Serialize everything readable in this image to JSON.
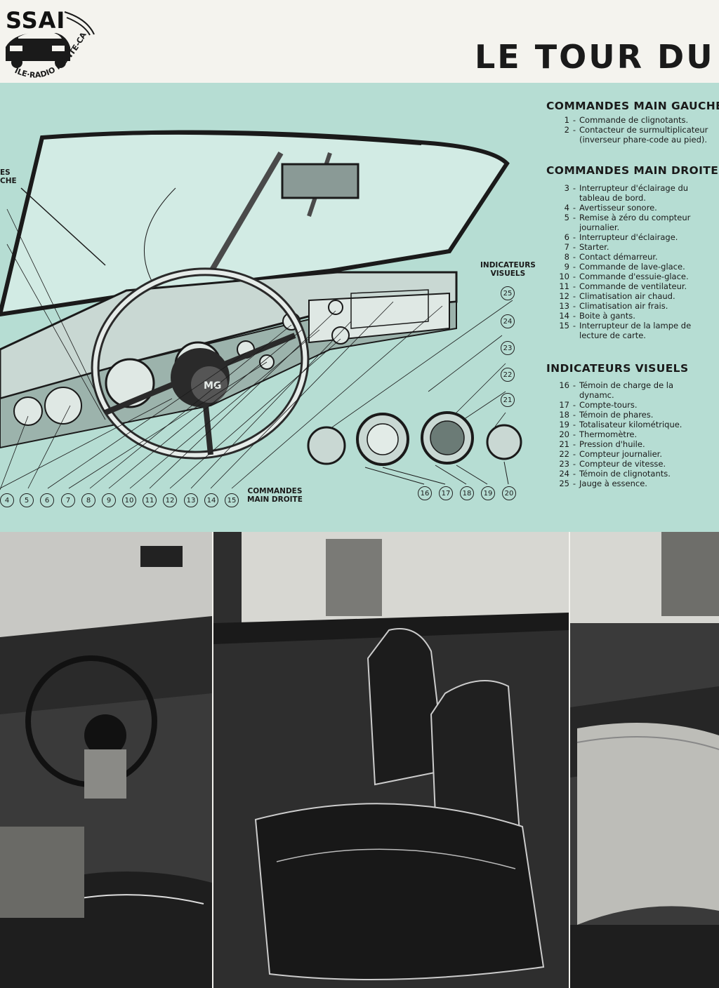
{
  "header": {
    "logo_top": "SSAI",
    "logo_arc": "ILE·RADIO MONTE-CARLO",
    "title": "LE TOUR DU"
  },
  "diagram": {
    "left_label_line1": "ES",
    "left_label_line2": "CHE",
    "indicateurs_label_line1": "INDICATEURS",
    "indicateurs_label_line2": "VISUELS",
    "commandes_droite_line1": "COMMANDES",
    "commandes_droite_line2": "MAIN DROITE",
    "bottom_numbers": [
      "4",
      "5",
      "6",
      "7",
      "8",
      "9",
      "10",
      "11",
      "12",
      "13",
      "14",
      "15"
    ],
    "gauge_numbers": [
      "16",
      "17",
      "18",
      "19",
      "20"
    ],
    "indicator_numbers": [
      "25",
      "24",
      "23",
      "22",
      "21"
    ]
  },
  "legend": {
    "main_gauche": {
      "heading": "COMMANDES MAIN GAUCHE",
      "items": [
        {
          "num": "1",
          "text": "Commande de clignotants."
        },
        {
          "num": "2",
          "text": "Contacteur de surmultiplicateur (inverseur phare-code au pied)."
        }
      ]
    },
    "main_droite": {
      "heading": "COMMANDES MAIN DROITE",
      "items": [
        {
          "num": "3",
          "text": "Interrupteur d'éclairage du tableau de bord."
        },
        {
          "num": "4",
          "text": "Avertisseur sonore."
        },
        {
          "num": "5",
          "text": "Remise à zéro du compteur journalier."
        },
        {
          "num": "6",
          "text": "Interrupteur d'éclairage."
        },
        {
          "num": "7",
          "text": "Starter."
        },
        {
          "num": "8",
          "text": "Contact démarreur."
        },
        {
          "num": "9",
          "text": "Commande de lave-glace."
        },
        {
          "num": "10",
          "text": "Commande d'essuie-glace."
        },
        {
          "num": "11",
          "text": "Commande de ventilateur."
        },
        {
          "num": "12",
          "text": "Climatisation air chaud."
        },
        {
          "num": "13",
          "text": "Climatisation air frais."
        },
        {
          "num": "14",
          "text": "Boite à gants."
        },
        {
          "num": "15",
          "text": "Interrupteur de la lampe de lecture de carte."
        }
      ]
    },
    "indicateurs": {
      "heading": "INDICATEURS VISUELS",
      "items": [
        {
          "num": "16",
          "text": "Témoin de charge de la dynamc."
        },
        {
          "num": "17",
          "text": "Compte-tours."
        },
        {
          "num": "18",
          "text": "Témoin de phares."
        },
        {
          "num": "19",
          "text": "Totalisateur kilométrique."
        },
        {
          "num": "20",
          "text": "Thermomètre."
        },
        {
          "num": "21",
          "text": "Pression d'huile."
        },
        {
          "num": "22",
          "text": "Compteur journalier."
        },
        {
          "num": "23",
          "text": "Compteur de vitesse."
        },
        {
          "num": "24",
          "text": "Témoin de clignotants."
        },
        {
          "num": "25",
          "text": "Jauge à essence."
        }
      ]
    }
  },
  "colors": {
    "diagram_bg": "#b6ddd3",
    "ink": "#1a1a1a",
    "paper": "#f4f3ee"
  }
}
